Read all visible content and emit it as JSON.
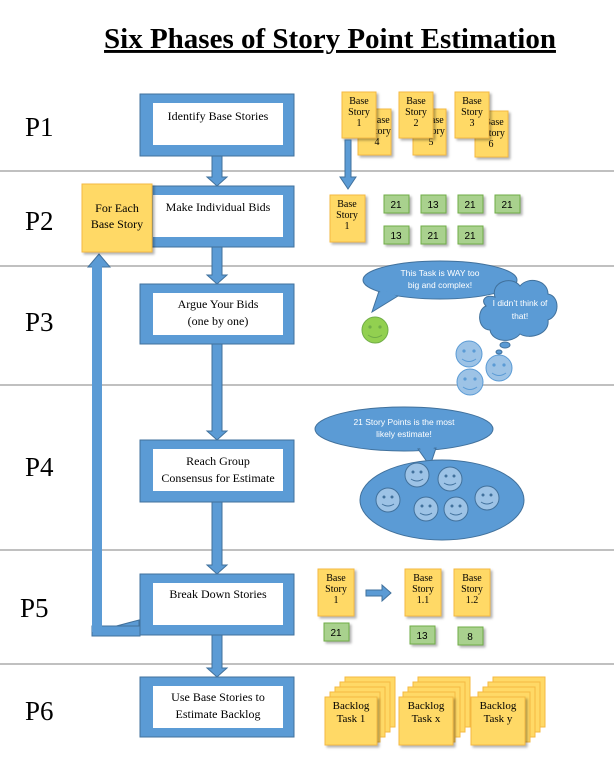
{
  "title": "Six Phases of Story Point Estimation",
  "phases": [
    "P1",
    "P2",
    "P3",
    "P4",
    "P5",
    "P6"
  ],
  "steps": {
    "p1": [
      "Identify Base Stories"
    ],
    "p2": [
      "Make Individual Bids"
    ],
    "p3": [
      "Argue Your Bids",
      "(one by one)"
    ],
    "p4": [
      "Reach Group",
      "Consensus for Estimate"
    ],
    "p5": [
      "Break Down Stories"
    ],
    "p6": [
      "Use Base Stories to",
      "Estimate Backlog"
    ]
  },
  "loop_note": [
    "For Each",
    "Base Story"
  ],
  "p1_stories": [
    {
      "front": [
        "Base",
        "Story",
        "1"
      ],
      "back": [
        "Base",
        "Story",
        "4"
      ]
    },
    {
      "front": [
        "Base",
        "Story",
        "2"
      ],
      "back": [
        "Base",
        "Story",
        "5"
      ]
    },
    {
      "front": [
        "Base",
        "Story",
        "3"
      ],
      "back": [
        "Base",
        "Story",
        "6"
      ]
    }
  ],
  "p2_story": [
    "Base",
    "Story",
    "1"
  ],
  "p2_bids": [
    "21",
    "13",
    "21",
    "21",
    "13",
    "21",
    "21"
  ],
  "p3_bubble1": [
    "This Task is WAY too",
    "big and complex!"
  ],
  "p3_bubble2": [
    "I didn’t think",
    "of",
    "that!"
  ],
  "p4_bubble": [
    "21 Story Points is the most",
    "likely estimate!"
  ],
  "p5_parent": [
    "Base",
    "Story",
    "1"
  ],
  "p5_parent_points": "21",
  "p5_children": [
    {
      "lines": [
        "Base",
        "Story",
        "1.1"
      ],
      "points": "13"
    },
    {
      "lines": [
        "Base",
        "Story",
        "1.2"
      ],
      "points": "8"
    }
  ],
  "p6_backlog": [
    [
      "Backlog",
      "Task 1"
    ],
    [
      "Backlog",
      "Task x"
    ],
    [
      "Backlog",
      "Task y"
    ]
  ],
  "colors": {
    "blue": "#5b9bd5",
    "blue_dark": "#41719c",
    "note": "#ffd966",
    "note_dark": "#f4b942",
    "green": "#a9d18e",
    "green_edge": "#70ad47",
    "face_green": "#92d050",
    "face_blue": "#9dc3e6",
    "divider": "#c0c0c0"
  }
}
